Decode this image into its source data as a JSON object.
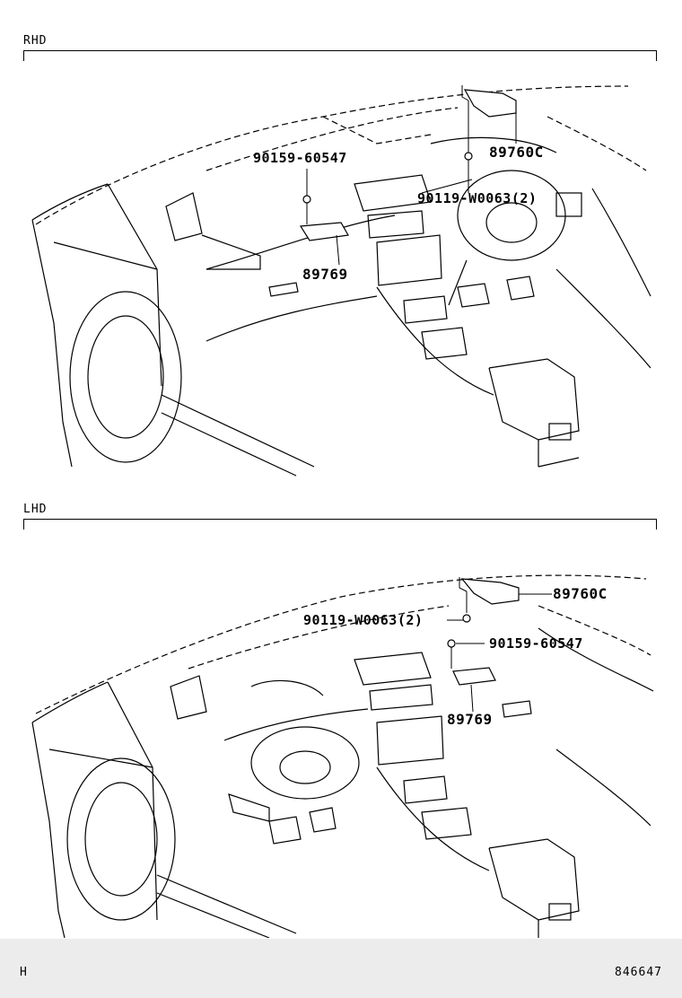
{
  "panels": {
    "rhd": {
      "label": "RHD",
      "callouts": {
        "relay_bracket": "89760C",
        "bolt_bracket": "90119-W0063(2)",
        "screw": "90159-60547",
        "sensor_unit": "89769"
      }
    },
    "lhd": {
      "label": "LHD",
      "callouts": {
        "relay_bracket": "89760C",
        "bolt_bracket": "90119-W0063(2)",
        "screw": "90159-60547",
        "sensor_unit": "89769"
      }
    }
  },
  "footer": {
    "left_code": "H",
    "right_code": "846647"
  }
}
